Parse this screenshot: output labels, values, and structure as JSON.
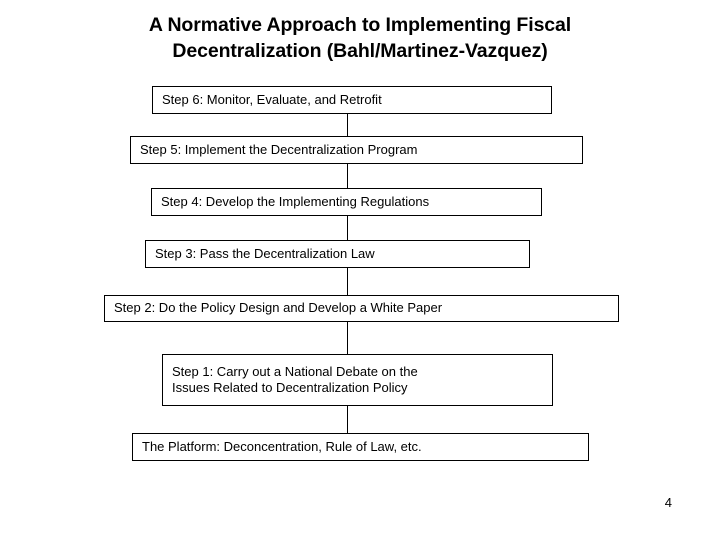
{
  "slide": {
    "title": "A Normative Approach to Implementing Fiscal Decentralization (Bahl/Martinez-Vazquez)",
    "title_line1": "A Normative Approach to Implementing Fiscal",
    "title_line2": "Decentralization (Bahl/Martinez-Vazquez)",
    "page_number": "4",
    "background_color": "#ffffff",
    "text_color": "#000000",
    "border_color": "#000000"
  },
  "chart_data": {
    "type": "diagram",
    "title": "A Normative Approach to Implementing Fiscal Decentralization (Bahl/Martinez-Vazquez)",
    "orientation": "bottom-to-top sequential flow",
    "nodes": [
      {
        "id": "step6",
        "label": "Step 6: Monitor, Evaluate, and Retrofit"
      },
      {
        "id": "step5",
        "label": "Step 5: Implement the Decentralization Program"
      },
      {
        "id": "step4",
        "label": "Step 4: Develop the Implementing Regulations"
      },
      {
        "id": "step3",
        "label": "Step 3: Pass the Decentralization Law"
      },
      {
        "id": "step2",
        "label": "Step 2: Do the Policy Design and Develop a White Paper"
      },
      {
        "id": "step1",
        "label": "Step 1: Carry out a National Debate on the\nIssues Related to Decentralization Policy"
      },
      {
        "id": "platform",
        "label": "The Platform: Deconcentration, Rule of Law, etc."
      }
    ],
    "edges": [
      {
        "from": "platform",
        "to": "step1"
      },
      {
        "from": "step1",
        "to": "step2"
      },
      {
        "from": "step2",
        "to": "step3"
      },
      {
        "from": "step3",
        "to": "step4"
      },
      {
        "from": "step4",
        "to": "step5"
      },
      {
        "from": "step5",
        "to": "step6"
      }
    ]
  },
  "boxes": {
    "step6": {
      "label": "Step 6: Monitor, Evaluate, and Retrofit"
    },
    "step5": {
      "label": "Step 5: Implement the Decentralization Program"
    },
    "step4": {
      "label": "Step 4: Develop the Implementing Regulations"
    },
    "step3": {
      "label": "Step 3: Pass the Decentralization Law"
    },
    "step2": {
      "label": "Step 2: Do the Policy Design and Develop a White Paper"
    },
    "step1": {
      "label": "Step 1: Carry out a National Debate on the\nIssues Related to Decentralization Policy"
    },
    "platform": {
      "label": "The Platform: Deconcentration, Rule of Law, etc."
    }
  }
}
